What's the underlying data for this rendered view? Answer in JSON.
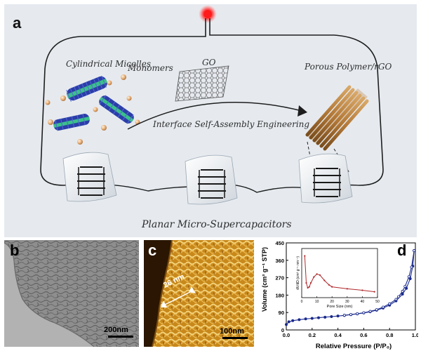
{
  "panel_a": {
    "letter": "a",
    "labels": {
      "micelles": "Cylindrical Micelles",
      "monomers": "Monomers",
      "go": "GO",
      "porous": "Porous Polymer/rGO",
      "assembly": "Interface Self-Assembly Engineering",
      "devices": "Planar Micro-Supercapacitors"
    }
  },
  "panel_b": {
    "letter": "b",
    "scalebar": "200nm"
  },
  "panel_c": {
    "letter": "c",
    "scalebar": "100nm",
    "thickness": "26 nm"
  },
  "panel_d": {
    "letter": "d"
  },
  "colors": {
    "isotherm": "#1a2a8c",
    "psd": "#b0282a",
    "background_a": "#e6eaef"
  },
  "chart_data": {
    "type": "scatter",
    "xlabel": "Relative Pressure (P/P₀)",
    "ylabel": "Volume (cm³ g⁻¹ STP)",
    "xlim": [
      0.0,
      1.0
    ],
    "ylim": [
      0,
      450
    ],
    "xticks": [
      "0.0",
      "0.2",
      "0.4",
      "0.6",
      "0.8",
      "1.0"
    ],
    "yticks": [
      "0",
      "90",
      "180",
      "270",
      "360",
      "450"
    ],
    "grid": false,
    "series": [
      {
        "x": [
          0.0,
          0.02,
          0.05,
          0.1,
          0.15,
          0.2,
          0.25,
          0.3,
          0.35,
          0.4,
          0.45,
          0.5,
          0.55,
          0.6,
          0.65,
          0.7,
          0.75,
          0.8,
          0.85,
          0.9,
          0.93,
          0.96,
          0.98,
          0.99
        ],
        "y": [
          28,
          42,
          48,
          53,
          57,
          60,
          63,
          66,
          69,
          72,
          75,
          79,
          83,
          88,
          94,
          102,
          113,
          128,
          150,
          185,
          215,
          265,
          330,
          410
        ]
      },
      {
        "x": [
          0.99,
          0.97,
          0.95,
          0.92,
          0.9,
          0.87,
          0.85,
          0.8,
          0.75,
          0.7,
          0.65,
          0.6,
          0.55,
          0.5,
          0.45
        ],
        "y": [
          410,
          325,
          275,
          225,
          200,
          172,
          158,
          135,
          118,
          105,
          96,
          89,
          84,
          80,
          76
        ]
      }
    ],
    "inset": {
      "type": "line",
      "xlabel": "Pore Size (nm)",
      "ylabel": "dV/dD (cm³ g⁻¹ nm⁻¹)",
      "xlim": [
        0,
        50
      ],
      "ylim": [
        0,
        1
      ],
      "xticks": [
        "0",
        "10",
        "20",
        "30",
        "40",
        "50"
      ],
      "x": [
        2,
        3,
        4,
        5,
        6,
        8,
        10,
        12,
        15,
        18,
        20,
        30,
        40,
        48
      ],
      "y": [
        0.85,
        0.3,
        0.2,
        0.22,
        0.3,
        0.42,
        0.48,
        0.46,
        0.35,
        0.26,
        0.22,
        0.18,
        0.15,
        0.12
      ]
    }
  }
}
